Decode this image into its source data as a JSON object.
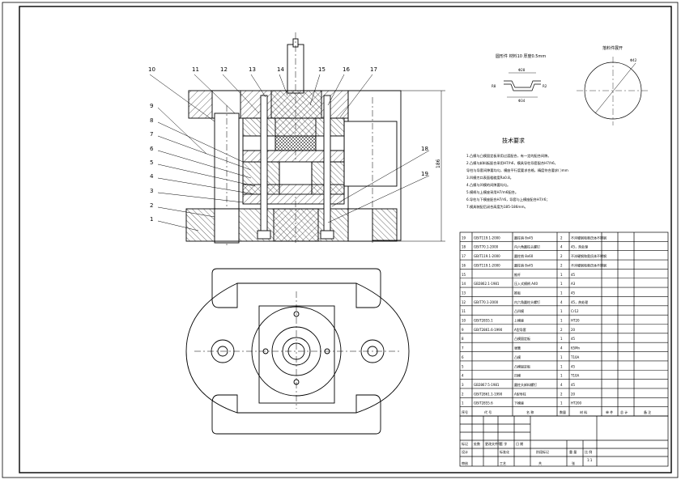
{
  "callouts_top": [
    "10",
    "11",
    "12",
    "13",
    "14",
    "15",
    "16",
    "17"
  ],
  "callouts_left": [
    "9",
    "8",
    "7",
    "6",
    "5",
    "4",
    "3",
    "2",
    "1"
  ],
  "callouts_right": [
    "18",
    "19"
  ],
  "dimension_height": "186",
  "part_view_caption": "圆形件 材料10 厚度0.5mm",
  "blank_view_caption": "落料件展开",
  "part_dims": {
    "top": "Φ28",
    "left": "R8",
    "bottom": "Φ34",
    "right": "R2"
  },
  "blank_dim": "Φ42",
  "notes_title": "技术要求",
  "notes": [
    "1.凸模与凸模固定板采用过渡配合，有一定的配合间隙。",
    "2.凸模与卸料板配合采用H7/h6，模具导柱导套配合H7/h6，",
    "  导柱与导套间隙要均匀，模座平行度要求合格，精度符合要求(  )mm",
    "3.凹模刃口表面粗糙度Ra0.8。",
    "4.凸模与凹模的间隙要均匀。",
    "5.模柄与上模座采用H7/m6配合。",
    "6.导柱与下模座配合H7/r6，导套与上模座配合H7/r6；",
    "7.模具装配后闭合高度为185-186mm。"
  ],
  "bom": [
    {
      "no": "19",
      "std": "GB/T119.1-2000",
      "name": "圆柱销 8x45",
      "qty": "2",
      "mat": "不淬硬钢和奥氏体不锈钢"
    },
    {
      "no": "18",
      "std": "GB/T70.1-2000",
      "name": "内六角圆柱头螺钉",
      "qty": "4",
      "mat": "45，热处理"
    },
    {
      "no": "17",
      "std": "GB/T119.1-2000",
      "name": "圆柱销 8x60",
      "qty": "2",
      "mat": "不淬硬钢和奥氏体不锈钢"
    },
    {
      "no": "16",
      "std": "GB/T119.1-2000",
      "name": "圆柱销 8x45",
      "qty": "2",
      "mat": "不淬硬钢和奥氏体不锈钢"
    },
    {
      "no": "15",
      "std": "",
      "name": "推杆",
      "qty": "1",
      "mat": "45"
    },
    {
      "no": "14",
      "std": "GB2862.1-1981",
      "name": "压入式模柄 A40",
      "qty": "1",
      "mat": "A3"
    },
    {
      "no": "13",
      "std": "",
      "name": "推板",
      "qty": "1",
      "mat": "45"
    },
    {
      "no": "12",
      "std": "GB/T70.1-2000",
      "name": "内六角圆柱头螺钉",
      "qty": "4",
      "mat": "45，热处理"
    },
    {
      "no": "11",
      "std": "",
      "name": "凸凹模",
      "qty": "1",
      "mat": "Cr12"
    },
    {
      "no": "10",
      "std": "GB/T2855.1",
      "name": "上模座",
      "qty": "1",
      "mat": "HT20"
    },
    {
      "no": "9",
      "std": "GB/T2861.6-1990",
      "name": "A型导套",
      "qty": "2",
      "mat": "20"
    },
    {
      "no": "8",
      "std": "",
      "name": "凸模固定板",
      "qty": "1",
      "mat": "45"
    },
    {
      "no": "7",
      "std": "",
      "name": "弹簧",
      "qty": "4",
      "mat": "65Mn"
    },
    {
      "no": "6",
      "std": "",
      "name": "凸模",
      "qty": "1",
      "mat": "T10A"
    },
    {
      "no": "5",
      "std": "",
      "name": "凸模固定板",
      "qty": "1",
      "mat": "45"
    },
    {
      "no": "4",
      "std": "",
      "name": "凹模",
      "qty": "1",
      "mat": "T10A"
    },
    {
      "no": "3",
      "std": "GB2867.5-1981",
      "name": "圆柱头卸料螺钉",
      "qty": "4",
      "mat": "45"
    },
    {
      "no": "2",
      "std": "GB/T2861.1-1990",
      "name": "A型导柱",
      "qty": "2",
      "mat": "20"
    },
    {
      "no": "1",
      "std": "GB/T2855.6",
      "name": "下模座",
      "qty": "1",
      "mat": "HT200"
    }
  ],
  "bom_header": {
    "no": "序号",
    "std": "代 号",
    "name": "名 称",
    "qty": "数量",
    "mat": "材 料",
    "unit_w": "单 件",
    "total_w": "总 计",
    "unit_w2": "重 量",
    "remark": "备 注"
  },
  "title_block": {
    "row1": [
      "标记",
      "处数",
      "更改文件号",
      "签 字",
      "日 期"
    ],
    "row2": [
      "设计",
      "标准化",
      "阶段标记",
      "重 量",
      "比 例"
    ],
    "row3": [
      "审核"
    ],
    "row4": [
      "工艺",
      "日期",
      "共 张",
      "第 张"
    ],
    "scale": "1:1",
    "sheet": "共",
    "sheet_of": "张"
  }
}
